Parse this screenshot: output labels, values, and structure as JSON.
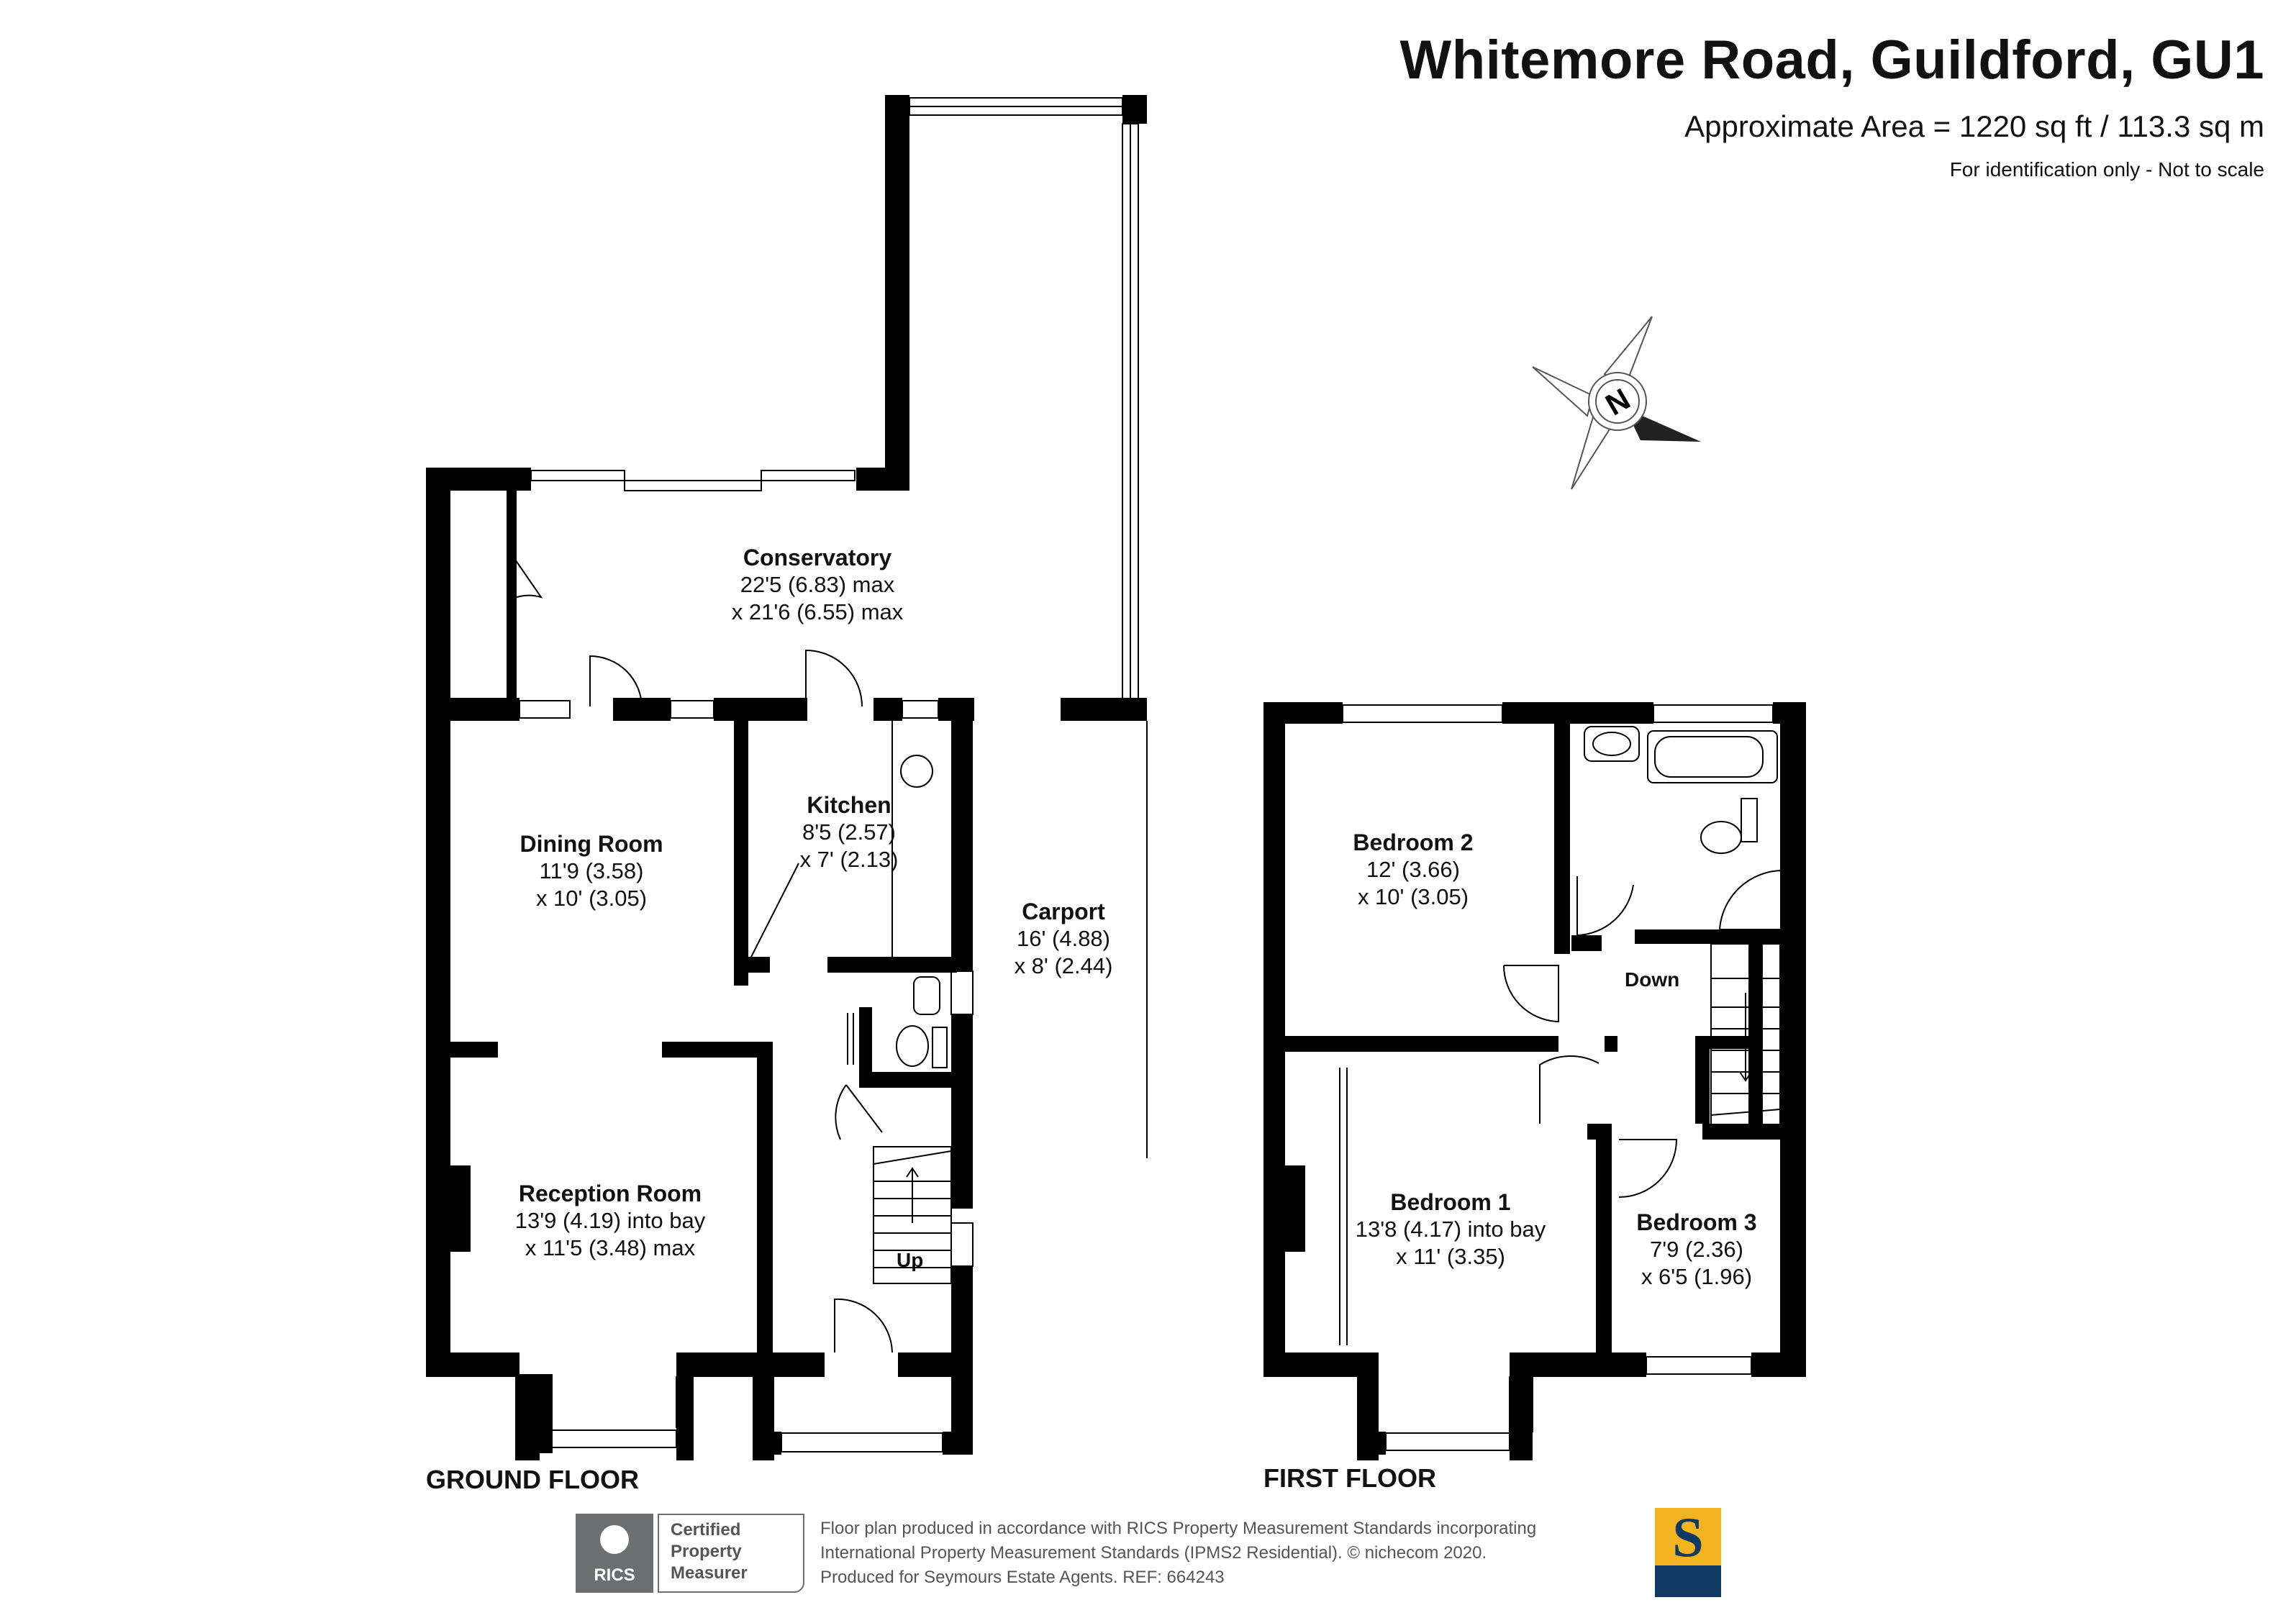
{
  "header": {
    "title": "Whitemore Road, Guildford, GU1",
    "area": "Approximate Area = 1220 sq ft / 113.3 sq m",
    "note": "For identification only - Not to scale"
  },
  "compass": {
    "letter": "N"
  },
  "rooms": {
    "conservatory": {
      "name": "Conservatory",
      "dim1": "22'5 (6.83) max",
      "dim2": "x 21'6 (6.55) max"
    },
    "dining": {
      "name": "Dining Room",
      "dim1": "11'9 (3.58)",
      "dim2": "x 10' (3.05)"
    },
    "kitchen": {
      "name": "Kitchen",
      "dim1": "8'5 (2.57)",
      "dim2": "x 7' (2.13)"
    },
    "carport": {
      "name": "Carport",
      "dim1": "16' (4.88)",
      "dim2": "x 8' (2.44)"
    },
    "reception": {
      "name": "Reception Room",
      "dim1": "13'9 (4.19) into bay",
      "dim2": "x 11'5 (3.48) max"
    },
    "bedroom2": {
      "name": "Bedroom 2",
      "dim1": "12' (3.66)",
      "dim2": "x 10' (3.05)"
    },
    "bedroom1": {
      "name": "Bedroom 1",
      "dim1": "13'8 (4.17) into bay",
      "dim2": "x 11' (3.35)"
    },
    "bedroom3": {
      "name": "Bedroom 3",
      "dim1": "7'9 (2.36)",
      "dim2": "x 6'5 (1.96)"
    }
  },
  "labels": {
    "up": "Up",
    "down": "Down"
  },
  "floors": {
    "ground": "GROUND FLOOR",
    "first": "FIRST FLOOR"
  },
  "rics": {
    "logo_text": "RICS",
    "cert_line1": "Certified",
    "cert_line2": "Property",
    "cert_line3": "Measurer"
  },
  "footer": {
    "line1": "Floor plan produced in accordance with RICS Property Measurement Standards incorporating",
    "line2": "International Property Measurement Standards (IPMS2 Residential).   © nichecom 2020.",
    "line3": "Produced for Seymours Estate Agents.    REF:  664243"
  },
  "brand": {
    "letter": "S",
    "gold": "#f2b321",
    "navy": "#0f3a63"
  },
  "colors": {
    "wall": "#000000",
    "rics_grey": "#6d6e70"
  }
}
